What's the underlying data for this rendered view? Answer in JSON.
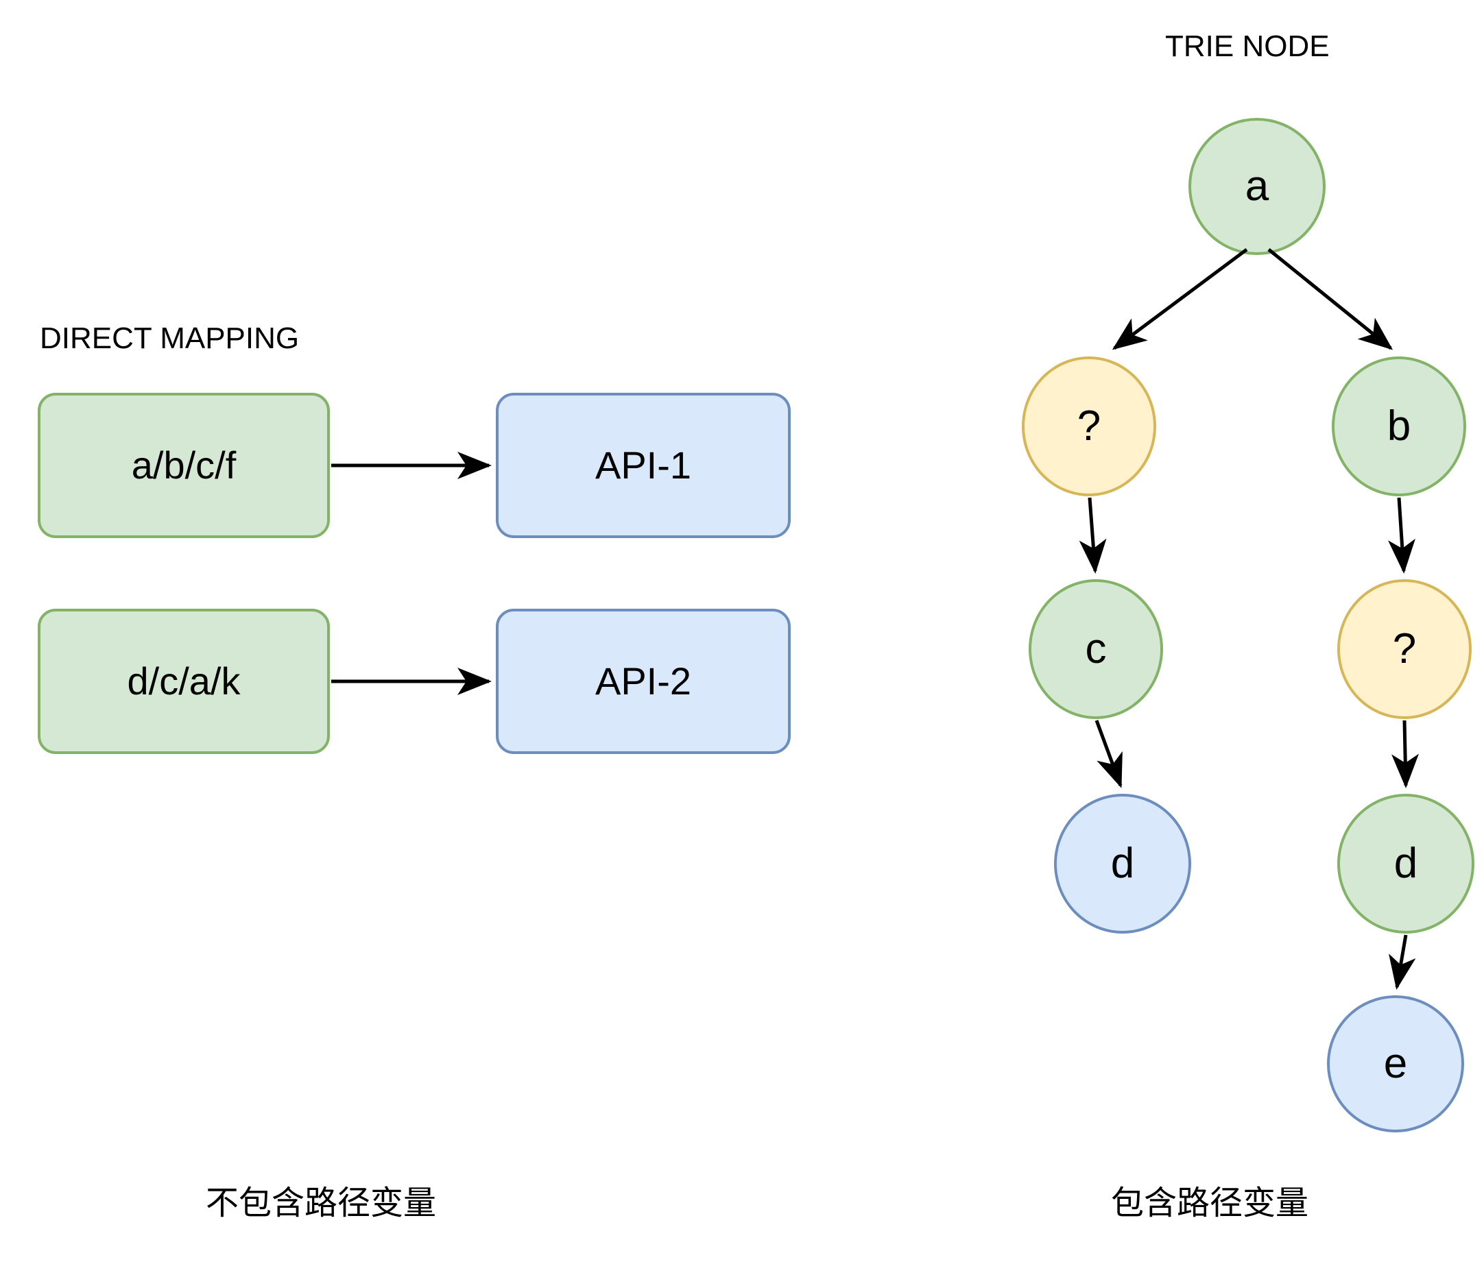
{
  "diagram": {
    "title_left": "DIRECT MAPPING",
    "title_right": "TRIE NODE",
    "caption_left": "不包含路径变量",
    "caption_right": "包含路径变量",
    "colors": {
      "green_fill": "#d5e8d4",
      "green_stroke": "#82b366",
      "blue_fill": "#dae8fc",
      "blue_stroke": "#6c8ebf",
      "yellow_fill": "#fff2cc",
      "yellow_stroke": "#d6b656",
      "edge": "#000000",
      "background": "#ffffff"
    }
  },
  "direct_mapping": {
    "rows": [
      {
        "path": "a/b/c/f",
        "api": "API-1"
      },
      {
        "path": "d/c/a/k",
        "api": "API-2"
      }
    ]
  },
  "trie": {
    "nodes": [
      {
        "id": "a",
        "label": "a",
        "color": "green"
      },
      {
        "id": "q1",
        "label": "?",
        "color": "yellow"
      },
      {
        "id": "b",
        "label": "b",
        "color": "green"
      },
      {
        "id": "c",
        "label": "c",
        "color": "green"
      },
      {
        "id": "q2",
        "label": "?",
        "color": "yellow"
      },
      {
        "id": "d_left",
        "label": "d",
        "color": "blue"
      },
      {
        "id": "d_right",
        "label": "d",
        "color": "green"
      },
      {
        "id": "e",
        "label": "e",
        "color": "blue"
      }
    ],
    "edges": [
      {
        "from": "a",
        "to": "q1"
      },
      {
        "from": "a",
        "to": "b"
      },
      {
        "from": "q1",
        "to": "c"
      },
      {
        "from": "b",
        "to": "q2"
      },
      {
        "from": "c",
        "to": "d_left"
      },
      {
        "from": "q2",
        "to": "d_right"
      },
      {
        "from": "d_right",
        "to": "e"
      }
    ]
  }
}
